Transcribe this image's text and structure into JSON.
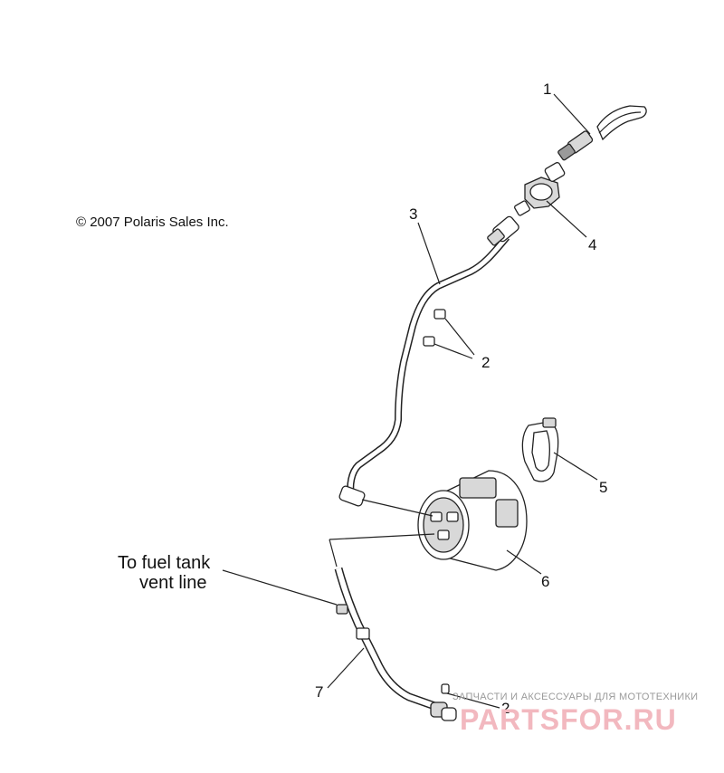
{
  "copyright": "© 2007 Polaris Sales Inc.",
  "callouts": {
    "c1": "1",
    "c2a": "2",
    "c2b": "2",
    "c3": "3",
    "c4": "4",
    "c5": "5",
    "c6": "6",
    "c7": "7"
  },
  "note": {
    "line1": "To fuel tank",
    "line2": "vent line"
  },
  "watermark": {
    "tagline": "ЗАПЧАСТИ И АКСЕССУАРЫ ДЛЯ МОТОТЕХНИКИ",
    "brand": "PARTSFOR.RU"
  }
}
